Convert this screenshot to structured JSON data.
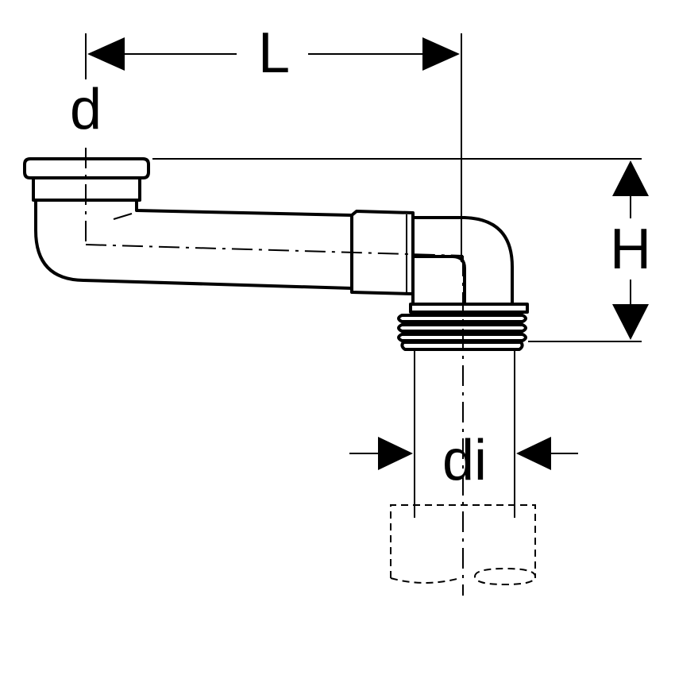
{
  "labels": {
    "length": "L",
    "height": "H",
    "outer_diameter": "d",
    "inner_diameter": "di"
  },
  "colors": {
    "line": "#000000",
    "background": "#ffffff"
  }
}
